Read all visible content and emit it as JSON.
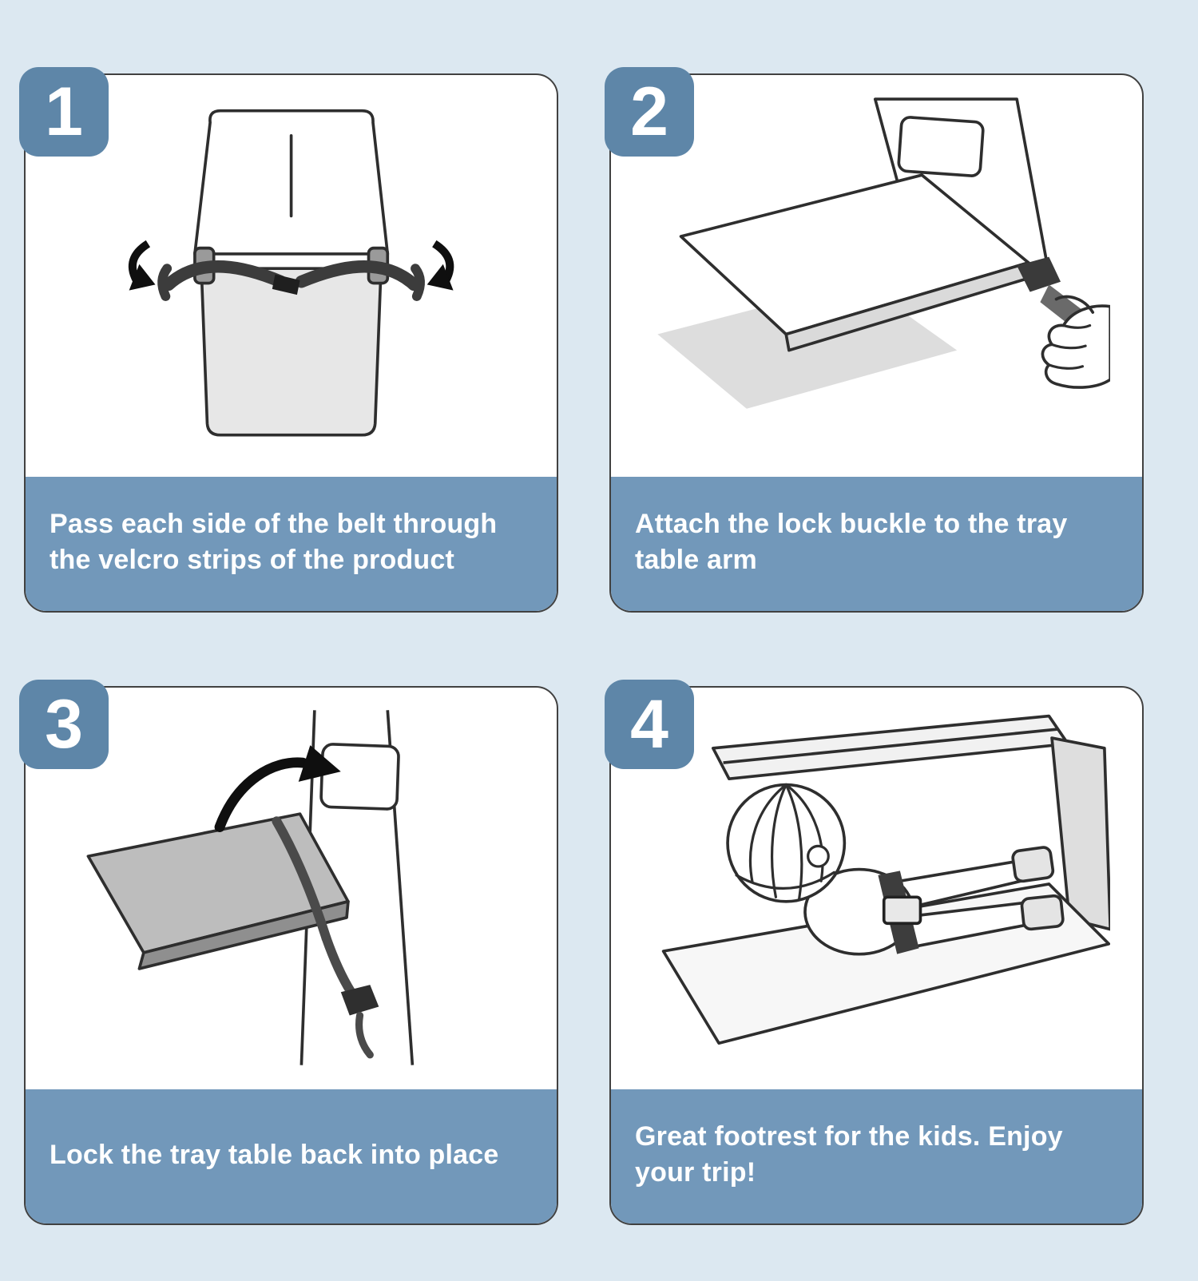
{
  "colors": {
    "page_bg": "#dce8f1",
    "card_bg": "#ffffff",
    "caption_bg": "#7298ba",
    "badge_bg": "#5e86a8",
    "caption_text": "#ffffff"
  },
  "steps": [
    {
      "number": "1",
      "caption": "Pass each side of the belt through the velcro strips of the product",
      "illustration": "seat-back-with-belt-and-velcro-arrows"
    },
    {
      "number": "2",
      "caption": "Attach the lock buckle to the tray table arm",
      "illustration": "hand-attaching-lock-buckle-to-tray-table-arm"
    },
    {
      "number": "3",
      "caption": "Lock the tray table back into place",
      "illustration": "tray-table-folding-up-with-arrow"
    },
    {
      "number": "4",
      "caption": "Great footrest for the kids. Enjoy your trip!",
      "illustration": "child-lying-on-footrest-between-seats"
    }
  ]
}
